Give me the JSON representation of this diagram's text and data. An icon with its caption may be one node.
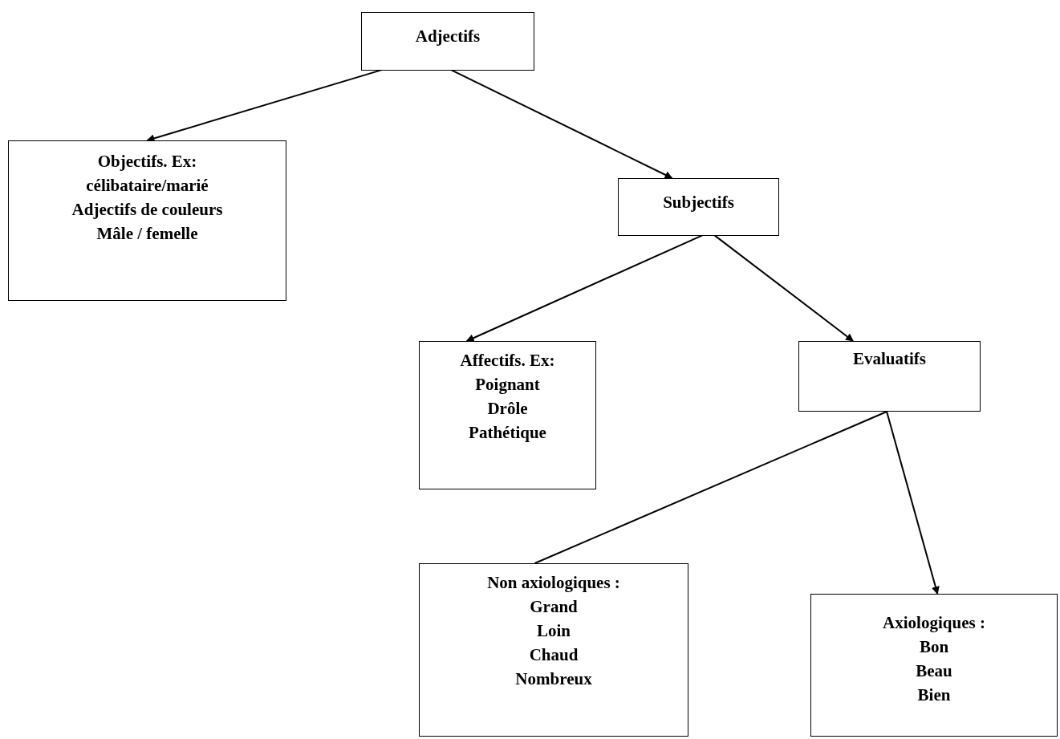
{
  "diagram": {
    "nodes": [
      {
        "text": [
          "Adjectifs"
        ]
      },
      {
        "text": [
          "Objectifs. Ex:",
          "célibataire/marié",
          "Adjectifs de couleurs",
          "Mâle / femelle"
        ]
      },
      {
        "text": [
          "Subjectifs"
        ]
      },
      {
        "text": [
          "Affectifs. Ex:",
          "Poignant",
          "Drôle",
          "Pathétique"
        ]
      },
      {
        "text": [
          "Evaluatifs"
        ]
      },
      {
        "text": [
          "Non axiologiques :",
          "Grand",
          "Loin",
          "Chaud",
          "Nombreux"
        ]
      },
      {
        "text": [
          "Axiologiques :",
          "Bon",
          "Beau",
          "Bien"
        ]
      }
    ],
    "edges": [
      {
        "from": 0,
        "to": 1,
        "arrow": "to"
      },
      {
        "from": 0,
        "to": 2,
        "arrow": "to"
      },
      {
        "from": 2,
        "to": 3,
        "arrow": "to"
      },
      {
        "from": 2,
        "to": 4,
        "arrow": "to"
      },
      {
        "from": 4,
        "to": 5,
        "arrow": "none"
      },
      {
        "from": 4,
        "to": 6,
        "arrow": "to"
      }
    ]
  }
}
